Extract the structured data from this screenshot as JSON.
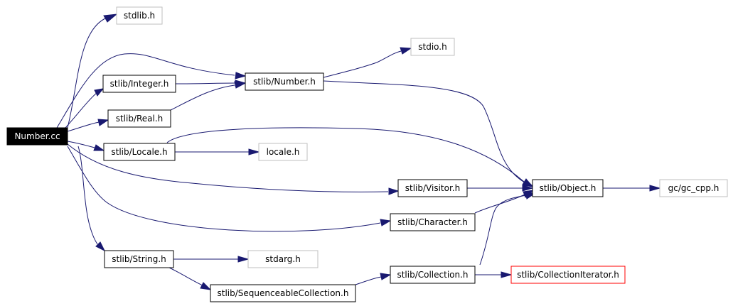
{
  "colors": {
    "edge": "#191970",
    "root_fill": "#000000",
    "root_text": "#ffffff",
    "documented_border": "#000000",
    "undocumented_border": "#bfbfbf",
    "truncated_border": "#ff0000"
  },
  "nodes": {
    "number_cc": {
      "label": "Number.cc"
    },
    "stdlib_h": {
      "label": "stdlib.h"
    },
    "stlib_number_h": {
      "label": "stlib/Number.h"
    },
    "stdio_h": {
      "label": "stdio.h"
    },
    "stlib_integer_h": {
      "label": "stlib/Integer.h"
    },
    "stlib_real_h": {
      "label": "stlib/Real.h"
    },
    "stlib_locale_h": {
      "label": "stlib/Locale.h"
    },
    "locale_h": {
      "label": "locale.h"
    },
    "stlib_visitor_h": {
      "label": "stlib/Visitor.h"
    },
    "stlib_object_h": {
      "label": "stlib/Object.h"
    },
    "gc_gc_cpp_h": {
      "label": "gc/gc_cpp.h"
    },
    "stlib_character_h": {
      "label": "stlib/Character.h"
    },
    "stlib_string_h": {
      "label": "stlib/String.h"
    },
    "stdarg_h": {
      "label": "stdarg.h"
    },
    "stlib_collection_h": {
      "label": "stlib/Collection.h"
    },
    "stlib_collectioniterator_h": {
      "label": "stlib/CollectionIterator.h"
    },
    "stlib_sequenceablecollection_h": {
      "label": "stlib/SequenceableCollection.h"
    }
  }
}
